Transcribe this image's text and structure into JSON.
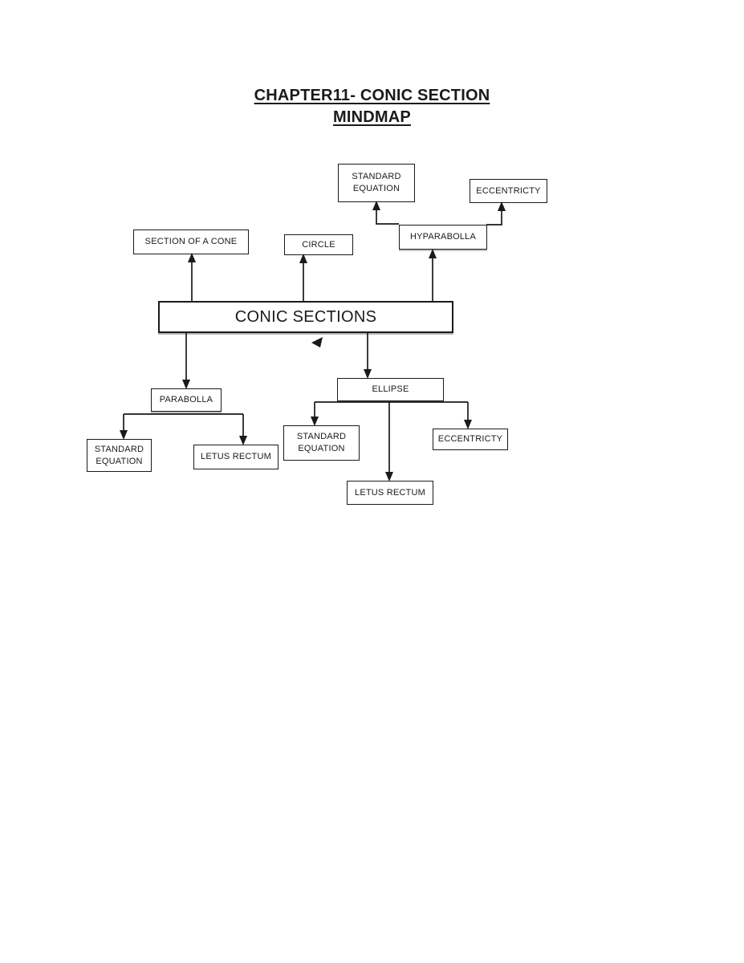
{
  "page": {
    "background": "#ffffff"
  },
  "colors": {
    "line": "#1a1a1a",
    "box_border": "#1a1a1a",
    "box_fill": "#ffffff",
    "text": "#1a1a1a"
  },
  "title": {
    "line1": "CHAPTER11- CONIC SECTION",
    "line2": "MINDMAP"
  },
  "mindmap": {
    "root": {
      "label": "CONIC SECTIONS"
    },
    "top_branches": [
      {
        "label": "SECTION OF A CONE"
      },
      {
        "label": "CIRCLE"
      },
      {
        "label": "HYPARABOLLA",
        "children": [
          {
            "label": "STANDARD EQUATION"
          },
          {
            "label": "ECCENTRICTY"
          }
        ]
      }
    ],
    "bottom_branches": [
      {
        "label": "PARABOLLA",
        "children": [
          {
            "label": "STANDARD EQUATION"
          },
          {
            "label": "LETUS RECTUM"
          }
        ]
      },
      {
        "label": "ELLIPSE",
        "children": [
          {
            "label": "STANDARD EQUATION"
          },
          {
            "label": "LETUS RECTUM"
          },
          {
            "label": "ECCENTRICTY"
          }
        ]
      }
    ]
  }
}
